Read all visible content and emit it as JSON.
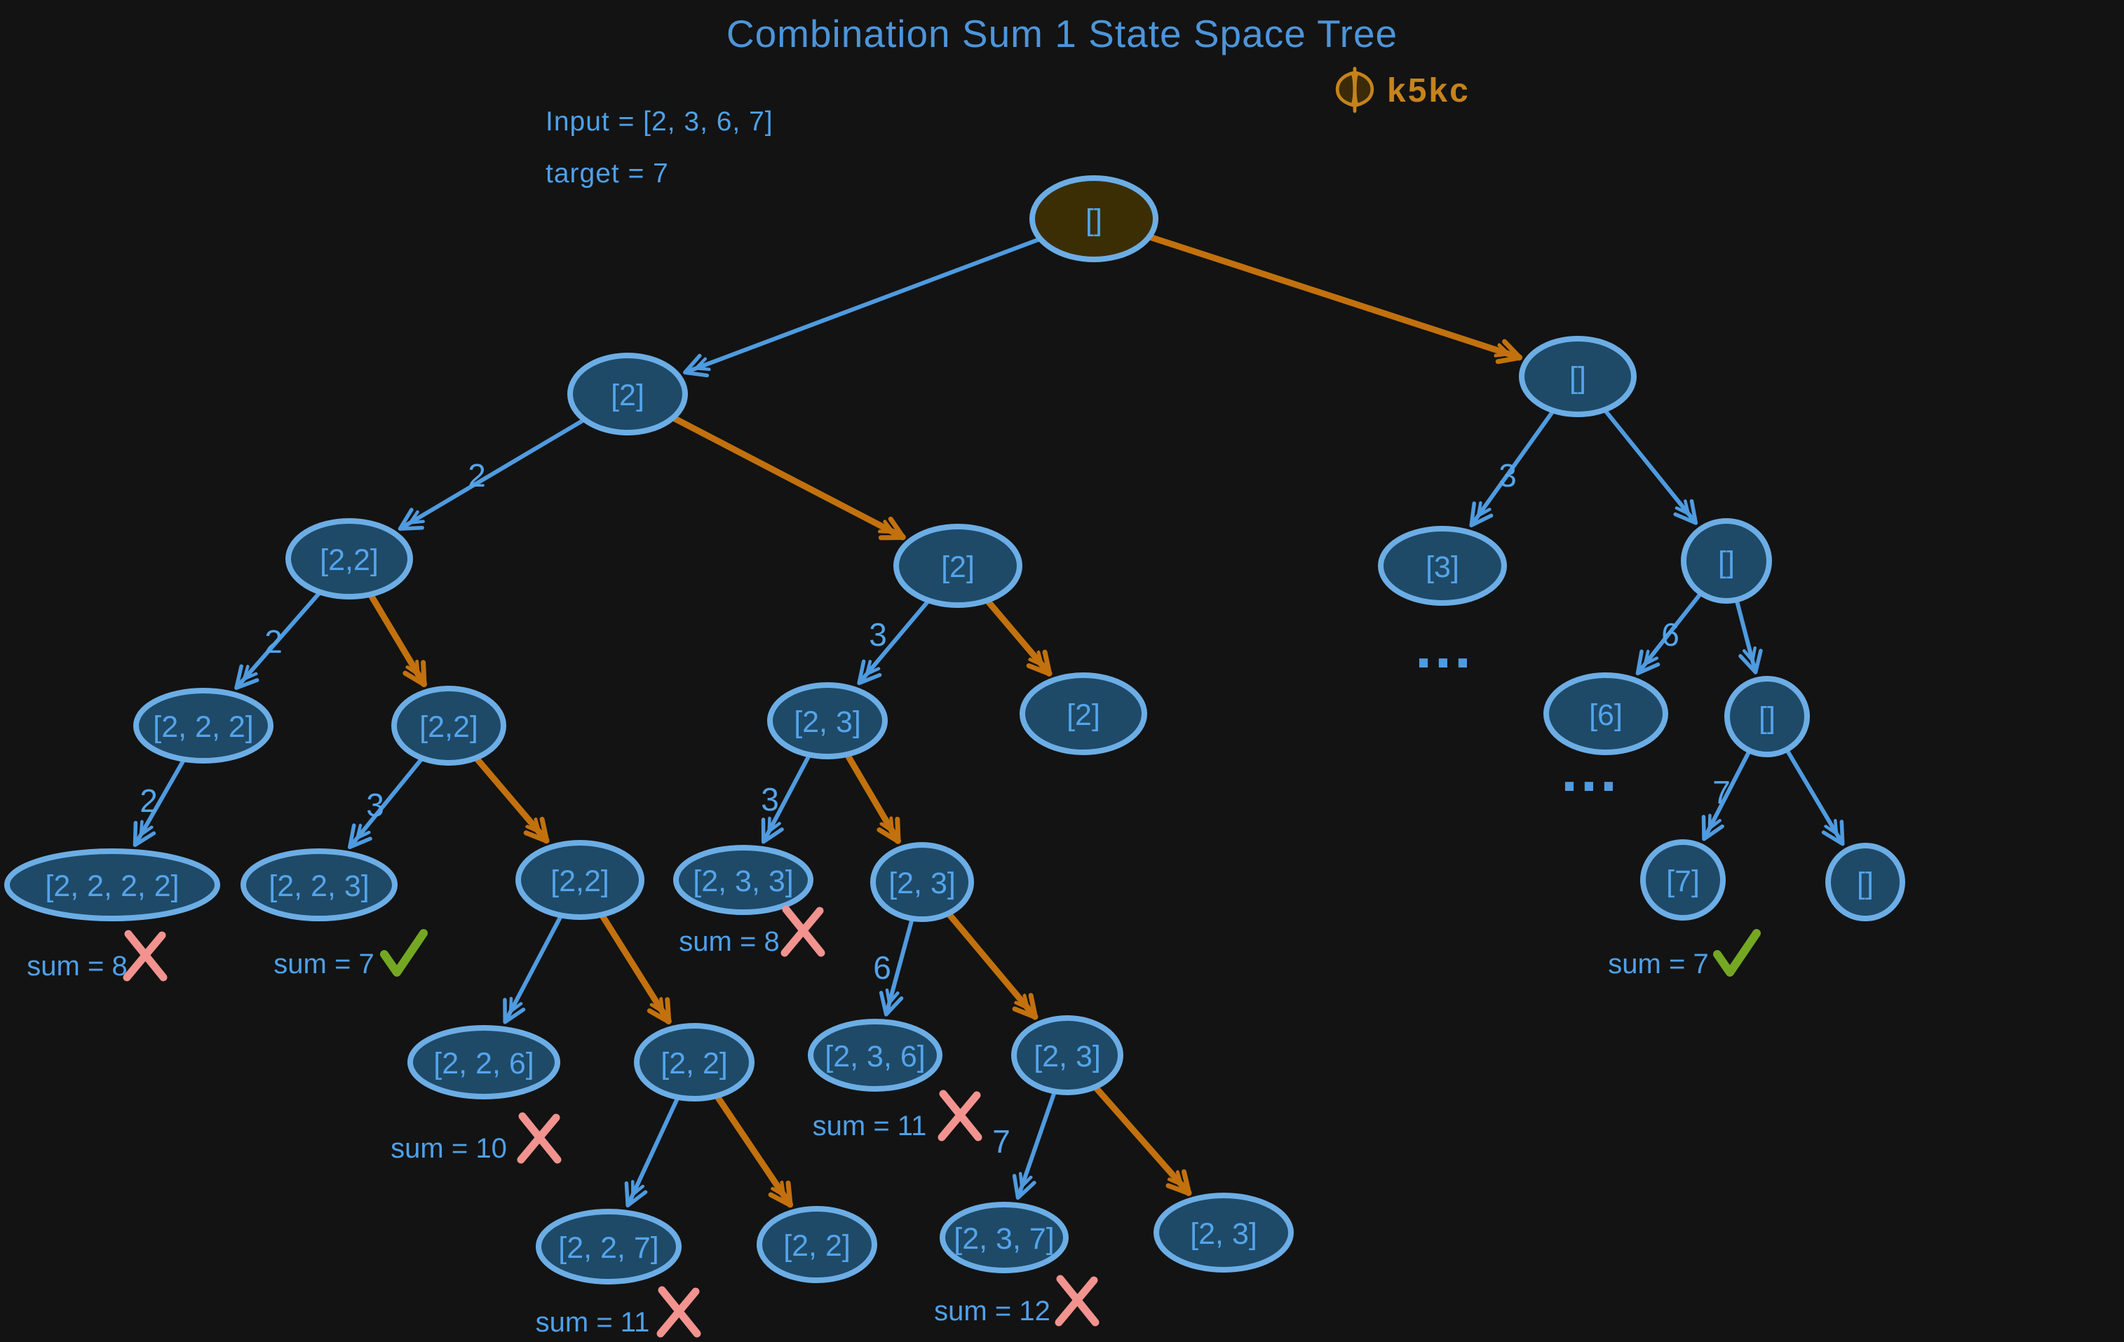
{
  "title": "Combination Sum 1 State Space Tree",
  "watermark": {
    "text": "k5kc"
  },
  "params": {
    "input_label": "Input = [2, 3, 6, 7]",
    "target_label": "target = 7"
  },
  "colors": {
    "background": "#131313",
    "node_fill": "#1e4a68",
    "root_fill": "#3c2e04",
    "node_stroke": "#6cade5",
    "node_text": "#55a4ea",
    "edge_blue": "#4f9be0",
    "edge_orange": "#c2710e",
    "title": "#4d95da",
    "annotation_text": "#4fa0e8",
    "cross": "#f2938f",
    "check": "#74a823",
    "watermark": "#c5831d"
  },
  "tree": {
    "nodes": [
      {
        "id": "root",
        "label": "[]",
        "variant": "root"
      },
      {
        "id": "n2",
        "label": "[2]",
        "variant": "default"
      },
      {
        "id": "e1",
        "label": "[]",
        "variant": "default"
      },
      {
        "id": "n22",
        "label": "[2,2]",
        "variant": "default"
      },
      {
        "id": "m2",
        "label": "[2]",
        "variant": "default"
      },
      {
        "id": "r3",
        "label": "[3]",
        "variant": "default"
      },
      {
        "id": "e2",
        "label": "[]",
        "variant": "default"
      },
      {
        "id": "n222",
        "label": "[2, 2, 2]",
        "variant": "default"
      },
      {
        "id": "n22b",
        "label": "[2,2]",
        "variant": "default"
      },
      {
        "id": "m23",
        "label": "[2, 3]",
        "variant": "default"
      },
      {
        "id": "m2b",
        "label": "[2]",
        "variant": "default"
      },
      {
        "id": "r6",
        "label": "[6]",
        "variant": "default"
      },
      {
        "id": "e3",
        "label": "[]",
        "variant": "default"
      },
      {
        "id": "n2222",
        "label": "[2, 2, 2, 2]",
        "variant": "default"
      },
      {
        "id": "n223",
        "label": "[2, 2, 3]",
        "variant": "default"
      },
      {
        "id": "n22c",
        "label": "[2,2]",
        "variant": "default"
      },
      {
        "id": "m233",
        "label": "[2, 3, 3]",
        "variant": "default"
      },
      {
        "id": "m23b",
        "label": "[2, 3]",
        "variant": "default"
      },
      {
        "id": "r7",
        "label": "[7]",
        "variant": "default"
      },
      {
        "id": "e4",
        "label": "[]",
        "variant": "default"
      },
      {
        "id": "n226",
        "label": "[2, 2, 6]",
        "variant": "default"
      },
      {
        "id": "n22d",
        "label": "[2, 2]",
        "variant": "default"
      },
      {
        "id": "m236",
        "label": "[2, 3, 6]",
        "variant": "default"
      },
      {
        "id": "m23c",
        "label": "[2, 3]",
        "variant": "default"
      },
      {
        "id": "n227",
        "label": "[2, 2, 7]",
        "variant": "default"
      },
      {
        "id": "n22e",
        "label": "[2, 2]",
        "variant": "default"
      },
      {
        "id": "m237",
        "label": "[2, 3, 7]",
        "variant": "default"
      },
      {
        "id": "m23d",
        "label": "[2, 3]",
        "variant": "default"
      }
    ],
    "edges": [
      {
        "from": "root",
        "to": "n2",
        "color": "blue"
      },
      {
        "from": "root",
        "to": "e1",
        "color": "orange"
      },
      {
        "from": "n2",
        "to": "n22",
        "color": "blue",
        "label": "2"
      },
      {
        "from": "n2",
        "to": "m2",
        "color": "orange"
      },
      {
        "from": "n22",
        "to": "n222",
        "color": "blue",
        "label": "2"
      },
      {
        "from": "n22",
        "to": "n22b",
        "color": "orange"
      },
      {
        "from": "n222",
        "to": "n2222",
        "color": "blue",
        "label": "2"
      },
      {
        "from": "n22b",
        "to": "n223",
        "color": "blue",
        "label": "3"
      },
      {
        "from": "n22b",
        "to": "n22c",
        "color": "orange"
      },
      {
        "from": "n22c",
        "to": "n226",
        "color": "blue"
      },
      {
        "from": "n22c",
        "to": "n22d",
        "color": "orange"
      },
      {
        "from": "n22d",
        "to": "n227",
        "color": "blue"
      },
      {
        "from": "n22d",
        "to": "n22e",
        "color": "orange"
      },
      {
        "from": "m2",
        "to": "m23",
        "color": "blue",
        "label": "3"
      },
      {
        "from": "m2",
        "to": "m2b",
        "color": "orange"
      },
      {
        "from": "m23",
        "to": "m233",
        "color": "blue",
        "label": "3"
      },
      {
        "from": "m23",
        "to": "m23b",
        "color": "orange"
      },
      {
        "from": "m23b",
        "to": "m236",
        "color": "blue",
        "label": "6"
      },
      {
        "from": "m23b",
        "to": "m23c",
        "color": "orange"
      },
      {
        "from": "m23c",
        "to": "m237",
        "color": "blue",
        "label": "7"
      },
      {
        "from": "m23c",
        "to": "m23d",
        "color": "orange"
      },
      {
        "from": "e1",
        "to": "r3",
        "color": "blue",
        "label": "3"
      },
      {
        "from": "e1",
        "to": "e2",
        "color": "blue"
      },
      {
        "from": "e2",
        "to": "r6",
        "color": "blue",
        "label": "6"
      },
      {
        "from": "e2",
        "to": "e3",
        "color": "blue"
      },
      {
        "from": "e3",
        "to": "r7",
        "color": "blue",
        "label": "7"
      },
      {
        "from": "e3",
        "to": "e4",
        "color": "blue"
      }
    ],
    "annotations": [
      {
        "node": "n2222",
        "text": "sum = 8",
        "mark": "cross"
      },
      {
        "node": "n223",
        "text": "sum = 7",
        "mark": "check"
      },
      {
        "node": "m233",
        "text": "sum = 8",
        "mark": "cross"
      },
      {
        "node": "n226",
        "text": "sum = 10",
        "mark": "cross"
      },
      {
        "node": "m236",
        "text": "sum = 11",
        "mark": "cross"
      },
      {
        "node": "n227",
        "text": "sum = 11",
        "mark": "cross"
      },
      {
        "node": "m237",
        "text": "sum = 12",
        "mark": "cross"
      },
      {
        "node": "r7",
        "text": "sum = 7",
        "mark": "check"
      },
      {
        "node": "r3",
        "text": "...",
        "mark": "dots"
      },
      {
        "node": "r6",
        "text": "...",
        "mark": "dots"
      }
    ]
  }
}
